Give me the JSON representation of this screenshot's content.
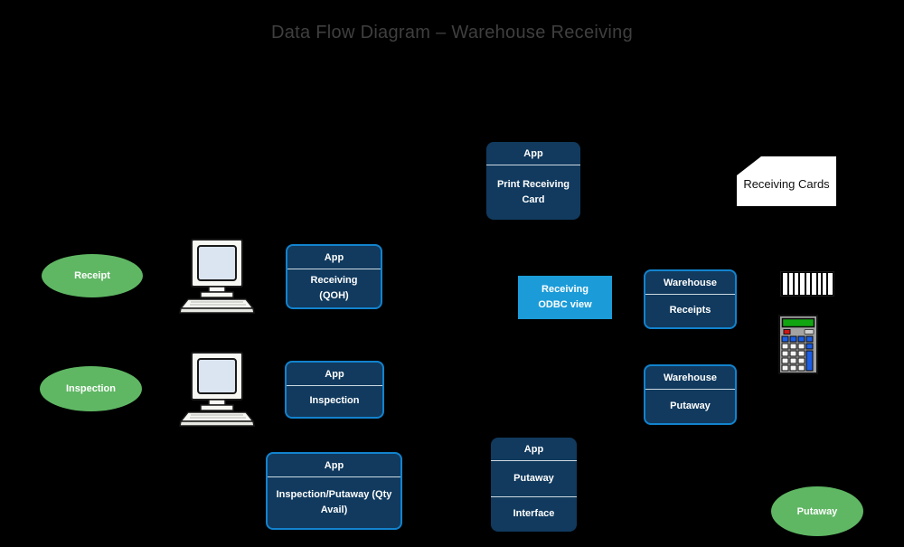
{
  "title": "Data Flow Diagram – Warehouse Receiving",
  "colors": {
    "background": "#000000",
    "process_fill": "#113A5E",
    "process_border": "#1283CE",
    "view_fill": "#1B9CD8",
    "terminator_fill": "#5FB763",
    "document_fill": "#FFFFFF",
    "box_text": "#FFFFFF",
    "title_text": "#3F3F3F"
  },
  "processes": {
    "print_receiving_card": {
      "header": "App",
      "body": "Print Receiving Card"
    },
    "receiving_qoh": {
      "header": "App",
      "body": "Receiving (QOH)"
    },
    "inspection": {
      "header": "App",
      "body": "Inspection"
    },
    "inspection_putaway": {
      "header": "App",
      "body": "Inspection/Putaway (Qty Avail)"
    },
    "putaway_interface": {
      "header": "App",
      "rows": [
        "Putaway",
        "Interface"
      ]
    }
  },
  "stores": {
    "warehouse_receipts": {
      "header": "Warehouse",
      "body": "Receipts"
    },
    "warehouse_putaway": {
      "header": "Warehouse",
      "body": "Putaway"
    }
  },
  "views": {
    "receiving_odbc": {
      "label": "Receiving ODBC view"
    }
  },
  "documents": {
    "receiving_cards": {
      "label": "Receiving Cards"
    }
  },
  "terminators": {
    "receipt": {
      "label": "Receipt"
    },
    "inspection": {
      "label": "Inspection"
    },
    "putaway": {
      "label": "Putaway"
    }
  },
  "icons": {
    "workstation_receipt": "desktop-computer-icon",
    "workstation_inspection": "desktop-computer-icon",
    "barcode": "barcode-icon",
    "handheld_scanner": "handheld-scanner-icon"
  }
}
